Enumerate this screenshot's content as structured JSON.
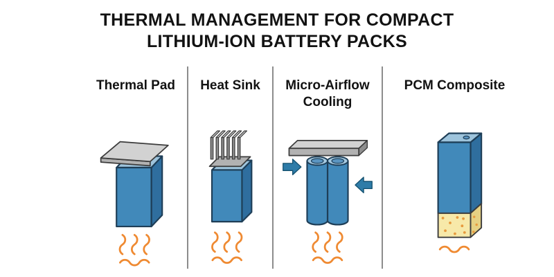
{
  "title": {
    "line1": "THERMAL MANAGEMENT FOR COMPACT",
    "line2": "LITHIUM-ION BATTERY PACKS"
  },
  "panels": [
    {
      "label": "Thermal Pad"
    },
    {
      "label": "Heat Sink"
    },
    {
      "label": "Micro-Airflow Cooling"
    },
    {
      "label": "PCM Composite"
    }
  ],
  "icons": [
    "prismatic-battery-cell-icon",
    "thermal-pad-slab-icon",
    "heat-sink-fins-icon",
    "cylindrical-cell-icon",
    "airflow-plate-icon",
    "airflow-arrow-icon",
    "pcm-composite-block-icon",
    "heat-wave-icon"
  ],
  "colors": {
    "background": "#ffffff",
    "title_text": "#121212",
    "label_text": "#121212",
    "divider": "#8c8c8c",
    "outline": "#1e3e57",
    "battery_front": "#4189ba",
    "battery_side": "#2f6e9e",
    "battery_top": "#9ec4dc",
    "cylinder_top": "#a5c9e0",
    "cylinder_inner": "#5a94c0",
    "metal_light": "#d2d2d2",
    "metal_mid": "#b2b2b2",
    "metal_dark": "#8e8e8e",
    "metal_outline": "#3c3c3c",
    "heat_wave": "#ef8a32",
    "arrow_blue": "#2e7ca8",
    "pcm_front": "#f7e9a9",
    "pcm_side": "#e6d183",
    "pcm_dot": "#e79a3e"
  }
}
